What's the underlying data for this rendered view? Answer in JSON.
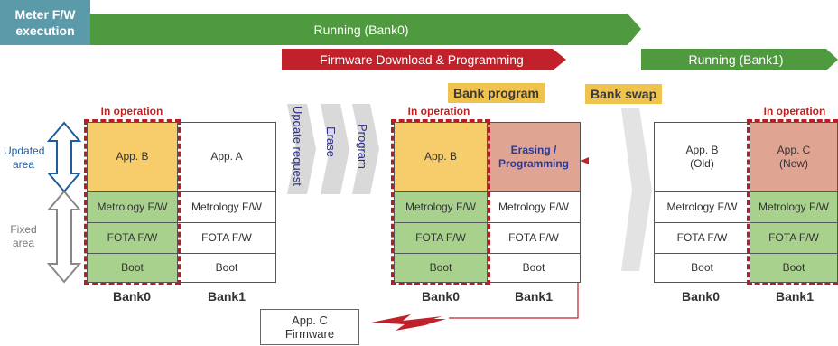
{
  "header": {
    "execution_tile": "Meter F/W\nexecution",
    "running_bank0": "Running (Bank0)",
    "firmware_download": "Firmware Download & Programming",
    "running_bank1": "Running (Bank1)"
  },
  "tags": {
    "bank_program": "Bank program",
    "bank_swap": "Bank swap"
  },
  "in_operation": "In operation",
  "side_labels": {
    "updated_area": "Updated\narea",
    "fixed_area": "Fixed\narea"
  },
  "steps": {
    "update_request": "Update request",
    "erase": "Erase",
    "program": "Program"
  },
  "stage1": {
    "bank0": [
      "App. B",
      "Metrology F/W",
      "FOTA F/W",
      "Boot"
    ],
    "bank1": [
      "App. A",
      "Metrology F/W",
      "FOTA F/W",
      "Boot"
    ],
    "bank0_label": "Bank0",
    "bank1_label": "Bank1"
  },
  "stage2": {
    "bank0": [
      "App. B",
      "Metrology F/W",
      "FOTA F/W",
      "Boot"
    ],
    "bank1": [
      "Erasing /\nProgramming",
      "Metrology F/W",
      "FOTA F/W",
      "Boot"
    ],
    "bank0_label": "Bank0",
    "bank1_label": "Bank1"
  },
  "stage3": {
    "bank0": [
      "App. B\n(Old)",
      "Metrology F/W",
      "FOTA F/W",
      "Boot"
    ],
    "bank1": [
      "App. C\n(New)",
      "Metrology F/W",
      "FOTA F/W",
      "Boot"
    ],
    "bank0_label": "Bank0",
    "bank1_label": "Bank1"
  },
  "firmware_box": "App. C\nFirmware",
  "colors": {
    "teal": "#5b9aa9",
    "green_bar": "#4f9a3f",
    "red_bar": "#c0212a",
    "light_green": "#a9d18e",
    "yellow": "#f7cd6b",
    "salmon": "#e0a493",
    "dashed_red": "#b31f24",
    "tag_yellow": "#f0c34e"
  }
}
